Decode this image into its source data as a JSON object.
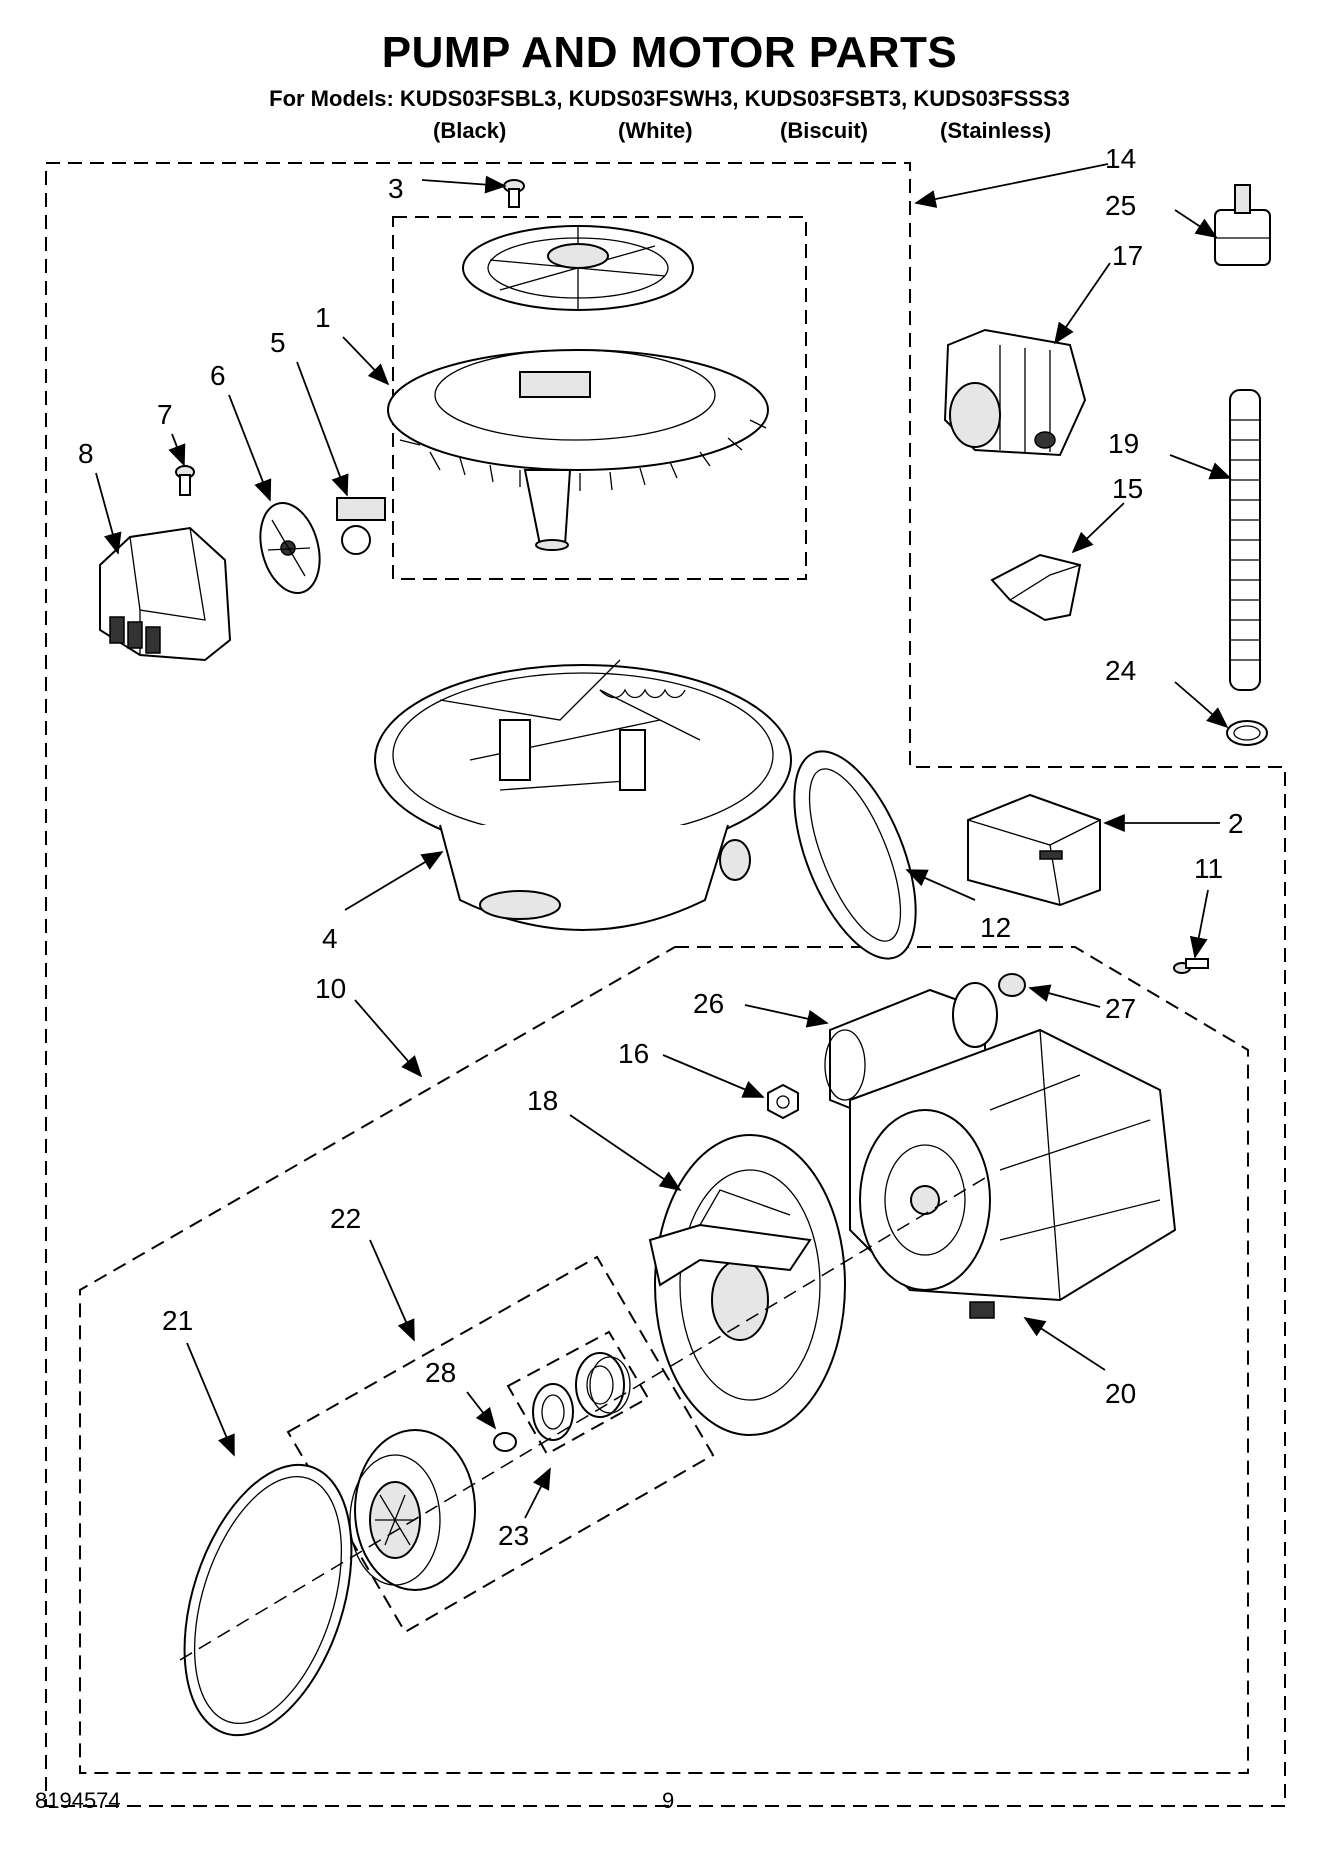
{
  "header": {
    "title": "PUMP AND MOTOR PARTS",
    "models_line": "For Models: KUDS03FSBL3, KUDS03FSWH3, KUDS03FSBT3, KUDS03FSSS3",
    "colors": [
      "(Black)",
      "(White)",
      "(Biscuit)",
      "(Stainless)"
    ]
  },
  "callouts": [
    "1",
    "2",
    "3",
    "4",
    "5",
    "6",
    "7",
    "8",
    "10",
    "11",
    "12",
    "14",
    "15",
    "16",
    "17",
    "18",
    "19",
    "20",
    "21",
    "22",
    "23",
    "24",
    "25",
    "26",
    "27",
    "28"
  ],
  "footer": {
    "doc_number": "8194574",
    "page_number": "9"
  }
}
